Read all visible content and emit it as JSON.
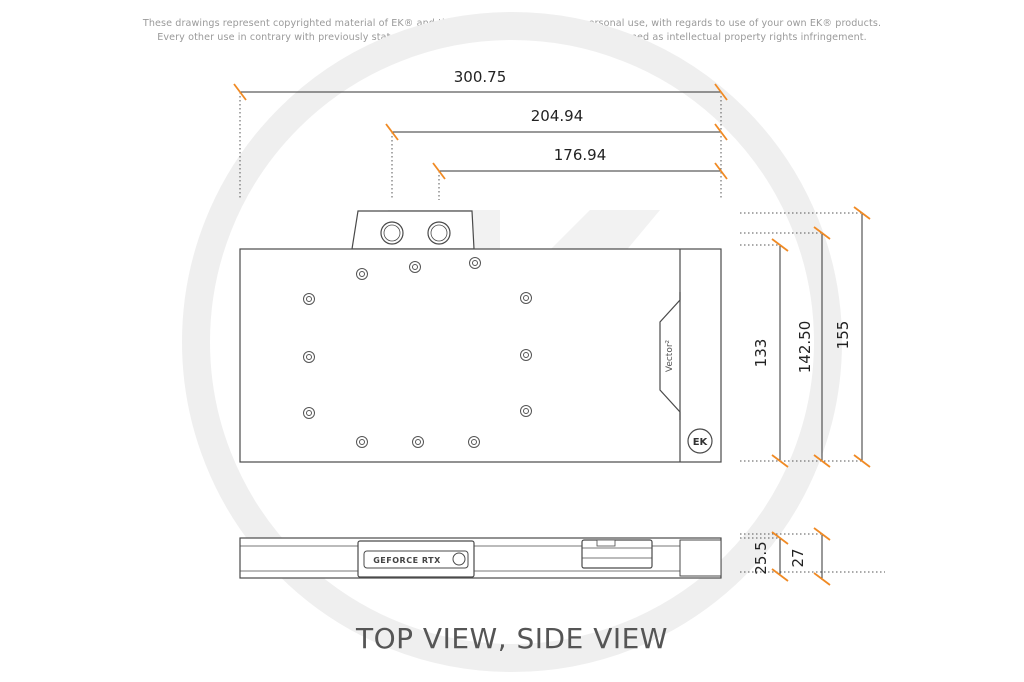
{
  "disclaimer": {
    "line1": "These drawings represent copyrighted material of EK® and they are meant only for your personal use, with regards to use of your own EK® products.",
    "line2": "Every other use in contrary with previously stated personal and non commercial use will be deemed as intellectual property rights infringement."
  },
  "dimensions": {
    "overall_length": "300.75",
    "port_to_end_outer": "204.94",
    "port_to_end_inner": "176.94",
    "height_block": "133",
    "height_terminal": "142.50",
    "height_total": "155",
    "thickness_block": "25.5",
    "thickness_total": "27"
  },
  "block": {
    "brand_text": "Vector²",
    "logo_text": "EK",
    "side_badge_text": "GEFORCE RTX"
  },
  "title": "TOP VIEW, SIDE VIEW",
  "colors": {
    "dimension_tick": "#f08a24",
    "outline": "#4a4a4a",
    "watermark": "#efefef"
  }
}
